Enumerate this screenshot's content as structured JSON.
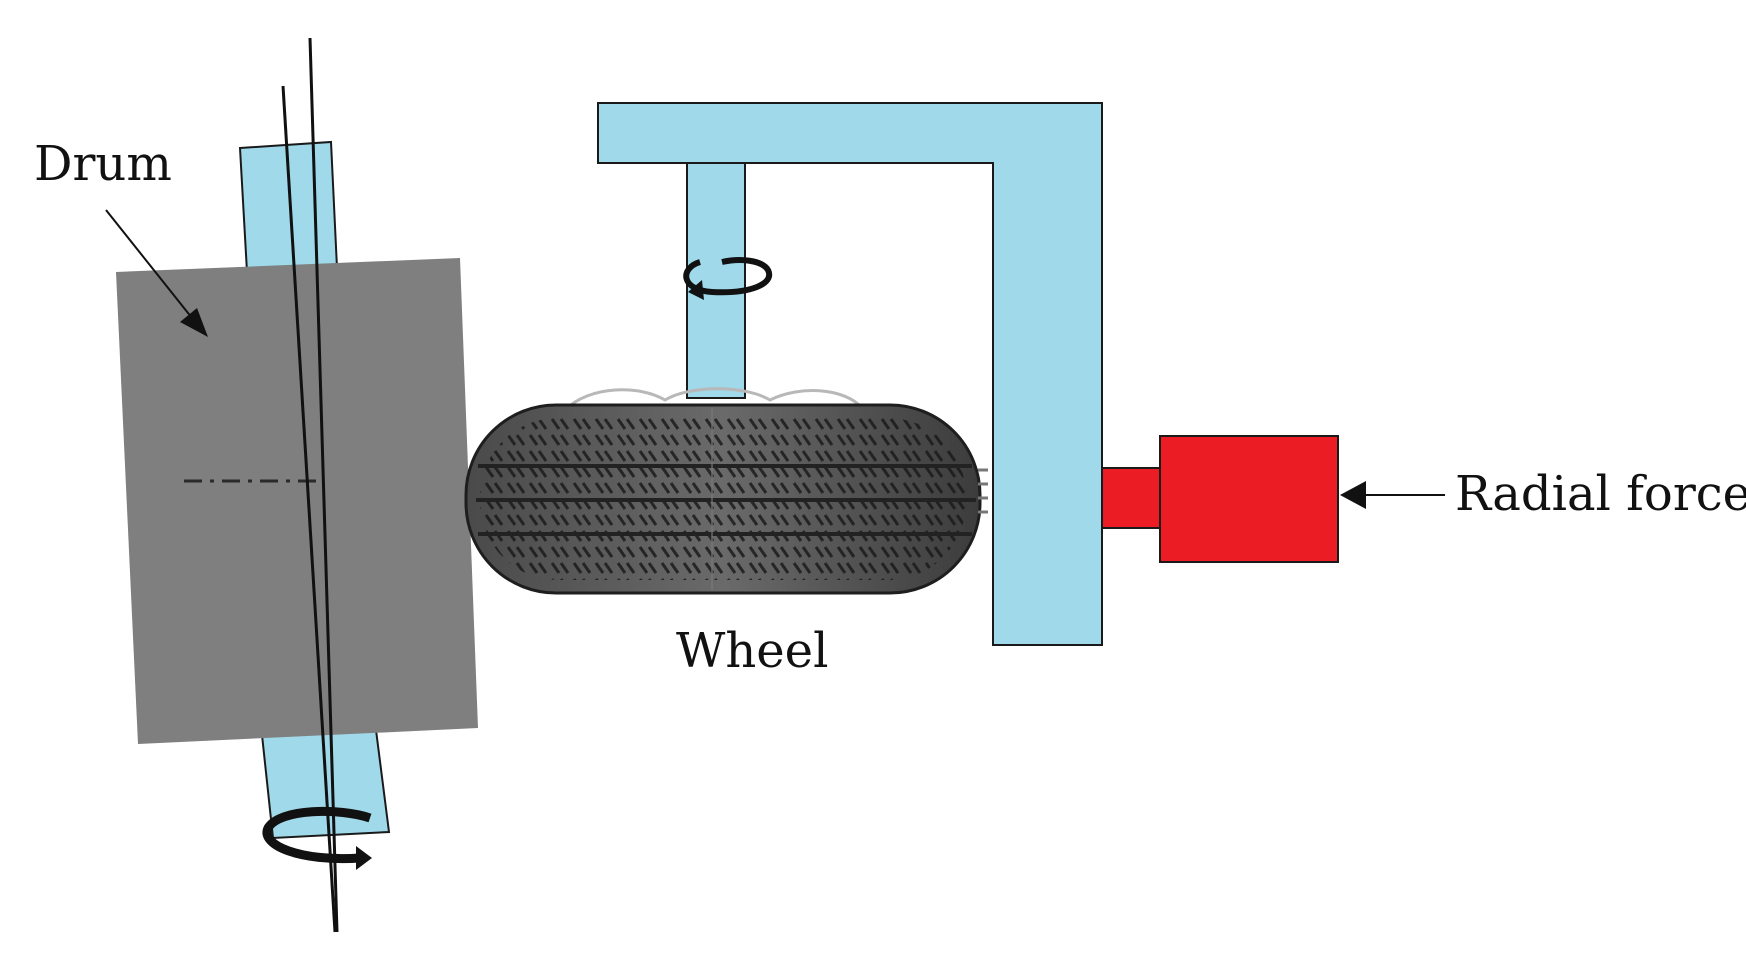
{
  "labels": {
    "drum": "Drum",
    "wheel": "Wheel",
    "radial_force": "Radial force"
  },
  "colors": {
    "frame": "#9fd9ea",
    "drum": "#7f7f7f",
    "actuator": "#ec1c24",
    "outline": "#1a1a1a",
    "tire_dark": "#2e2e2e",
    "tire_mid": "#5a5a5a"
  }
}
